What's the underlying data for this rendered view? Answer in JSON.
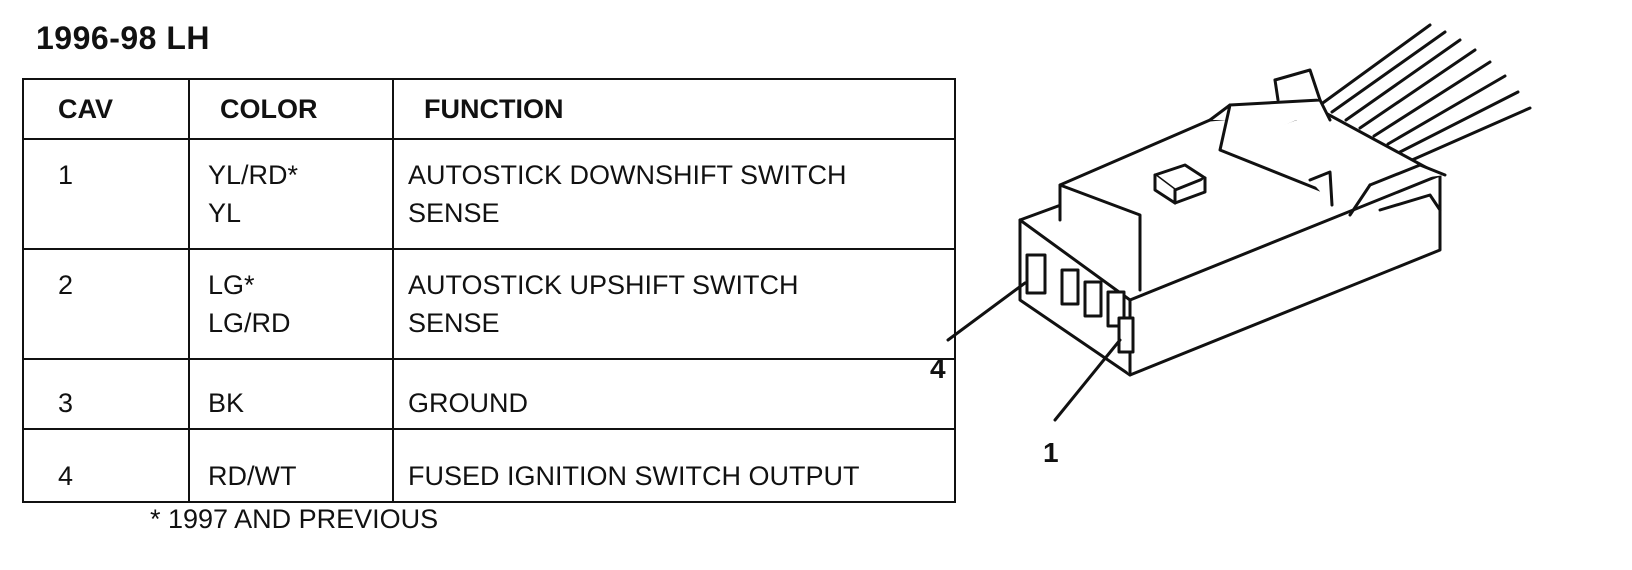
{
  "title": "1996-98 LH",
  "table": {
    "headers": {
      "cav": "CAV",
      "color": "COLOR",
      "function": "FUNCTION"
    },
    "rows": [
      {
        "cav": "1",
        "color_1": "YL/RD*",
        "color_2": "YL",
        "function_1": "AUTOSTICK DOWNSHIFT SWITCH",
        "function_2": "SENSE"
      },
      {
        "cav": "2",
        "color_1": "LG*",
        "color_2": "LG/RD",
        "function_1": "AUTOSTICK UPSHIFT SWITCH",
        "function_2": "SENSE"
      },
      {
        "cav": "3",
        "color_1": "BK",
        "function_1": "GROUND"
      },
      {
        "cav": "4",
        "color_1": "RD/WT",
        "function_1": "FUSED IGNITION SWITCH OUTPUT"
      }
    ]
  },
  "footnote": "* 1997 AND PREVIOUS",
  "diagram": {
    "callouts": {
      "pin_4": "4",
      "pin_1": "1"
    }
  }
}
